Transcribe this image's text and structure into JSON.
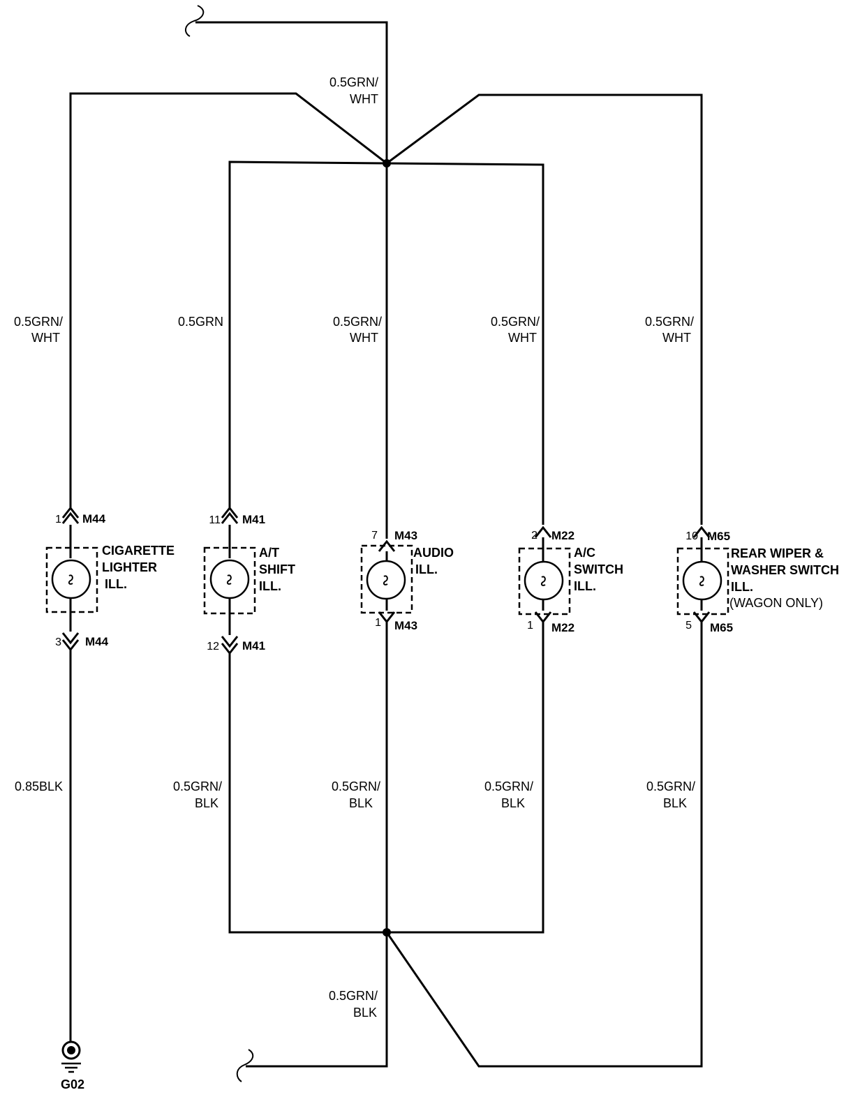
{
  "wires": {
    "top_trunk": [
      "0.5GRN/",
      "WHT"
    ],
    "cig_top": [
      "0.5GRN/",
      "WHT"
    ],
    "at_top": [
      "0.5GRN"
    ],
    "audio_top": [
      "0.5GRN/",
      "WHT"
    ],
    "ac_top": [
      "0.5GRN/",
      "WHT"
    ],
    "rear_top": [
      "0.5GRN/",
      "WHT"
    ],
    "cig_bottom": [
      "0.85BLK"
    ],
    "at_bottom": [
      "0.5GRN/",
      "BLK"
    ],
    "audio_bottom": [
      "0.5GRN/",
      "BLK"
    ],
    "ac_bottom": [
      "0.5GRN/",
      "BLK"
    ],
    "rear_bottom": [
      "0.5GRN/",
      "BLK"
    ],
    "bottom_trunk": [
      "0.5GRN/",
      "BLK"
    ]
  },
  "components": [
    {
      "id": "cig",
      "name": [
        "CIGARETTE",
        "LIGHTER",
        "ILL."
      ],
      "top_pin": "1",
      "top_conn": "M44",
      "bottom_pin": "3",
      "bottom_conn": "M44"
    },
    {
      "id": "at",
      "name": [
        "A/T",
        "SHIFT",
        "ILL."
      ],
      "top_pin": "11",
      "top_conn": "M41",
      "bottom_pin": "12",
      "bottom_conn": "M41"
    },
    {
      "id": "audio",
      "name": [
        "AUDIO",
        "ILL."
      ],
      "top_pin": "7",
      "top_conn": "M43",
      "bottom_pin": "1",
      "bottom_conn": "M43"
    },
    {
      "id": "ac",
      "name": [
        "A/C",
        "SWITCH",
        "ILL."
      ],
      "top_pin": "2",
      "top_conn": "M22",
      "bottom_pin": "1",
      "bottom_conn": "M22"
    },
    {
      "id": "rear",
      "name": [
        "REAR WIPER &",
        "WASHER SWITCH",
        "ILL."
      ],
      "note": "(WAGON ONLY)",
      "top_pin": "10",
      "top_conn": "M65",
      "bottom_pin": "5",
      "bottom_conn": "M65"
    }
  ],
  "ground": {
    "label": "G02"
  }
}
